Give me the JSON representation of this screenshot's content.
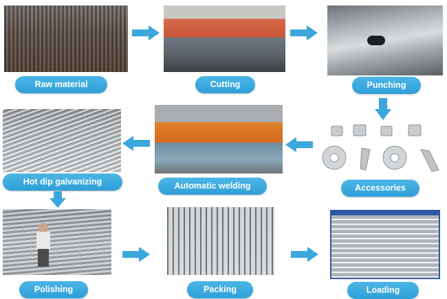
{
  "steps": {
    "raw_material": "Raw material",
    "cutting": "Cutting",
    "punching": "Punching",
    "hot_dip_galvanizing": "Hot dip galvanizing",
    "automatic_welding": "Automatic welding",
    "accessories": "Accessories",
    "polishing": "Polishing",
    "packing": "Packing",
    "loading": "Loading"
  },
  "colors": {
    "label_bg": "#35a6dd",
    "label_text": "#ffffff",
    "arrow": "#3ba7dc"
  },
  "icons": {
    "arrow": "arrow-icon"
  }
}
